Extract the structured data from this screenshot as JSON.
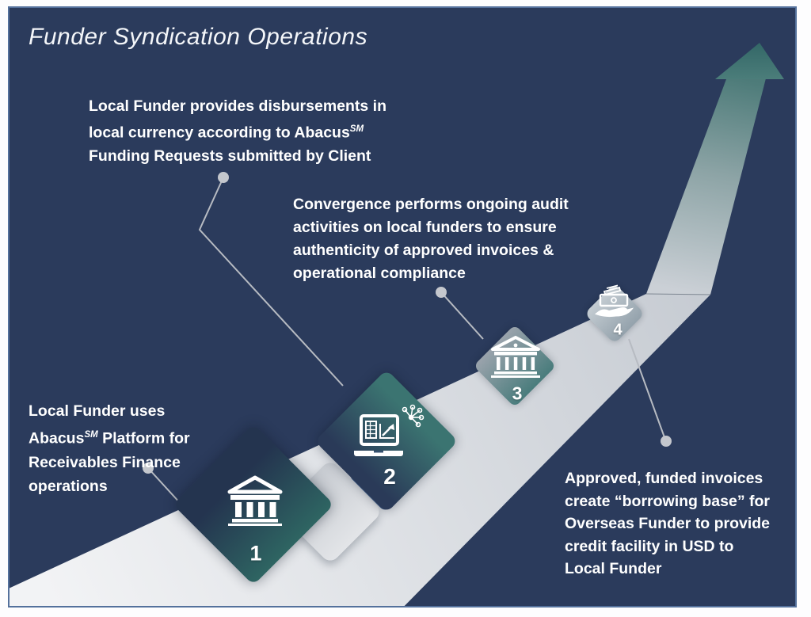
{
  "title": "Funder Syndication Operations",
  "annotations": {
    "disbursements": {
      "line1": "Local Funder provides disbursements in",
      "line2_pre": "local currency according to Abacus",
      "line2_sup": "SM",
      "line3": "Funding Requests submitted by Client"
    },
    "audit": {
      "line1": "Convergence performs ongoing audit",
      "line2": "activities on local funders to ensure",
      "line3": "authenticity of approved invoices &",
      "line4": "operational compliance"
    },
    "platform": {
      "line1": "Local Funder uses",
      "line2_pre": "Abacus",
      "line2_sup": "SM",
      "line2_post": " Platform for",
      "line3": "Receivables Finance",
      "line4": "operations"
    },
    "borrowing_base": {
      "line1": "Approved, funded invoices",
      "line2": "create “borrowing base” for",
      "line3": "Overseas Funder to provide",
      "line4": "credit facility in USD to",
      "line5": "Local Funder"
    }
  },
  "steps": [
    {
      "number": "1",
      "icon": "bank-icon"
    },
    {
      "number": "2",
      "icon": "laptop-analytics-icon"
    },
    {
      "number": "3",
      "icon": "bank-audit-icon"
    },
    {
      "number": "4",
      "icon": "cash-in-hand-icon"
    }
  ],
  "colors": {
    "background": "#2b3b5c",
    "slide_border": "#54719c",
    "teal": "#3d7673",
    "road_light": "#f2f3f5",
    "road_dark": "#c7ccd3",
    "connector": "#b7bbc2",
    "text": "#ffffff"
  }
}
